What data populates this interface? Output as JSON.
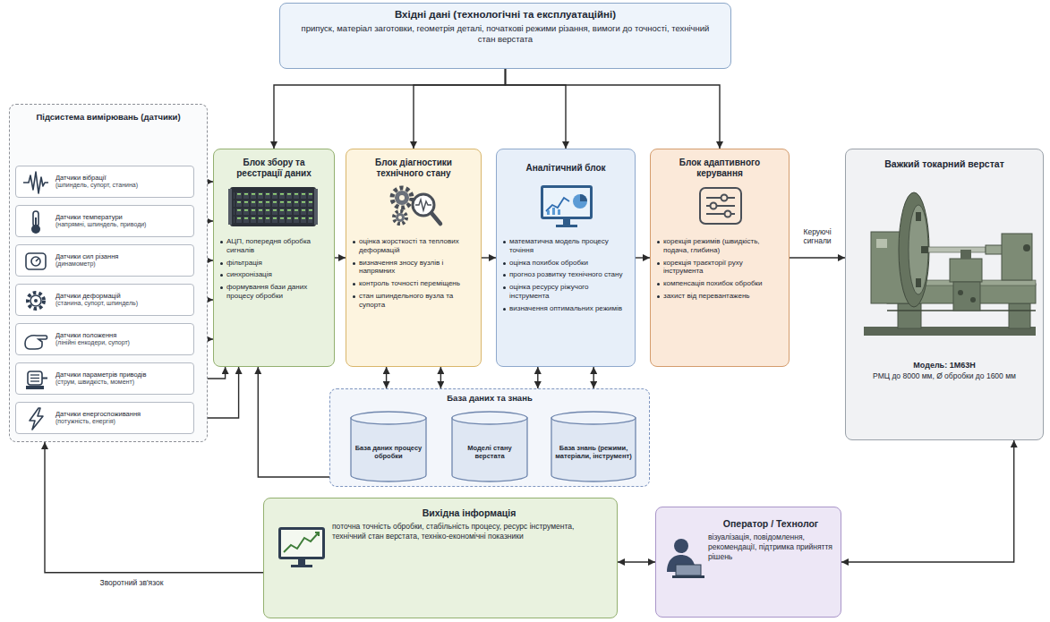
{
  "diagram": {
    "nodes": [
      {
        "text": [
          "Вхідні дані (технологічні та експлуатаційні)",
          "припуск, матеріал заготовки, геометрія деталі, початкові режими різання, вимоги до точності, технічний стан верстата"
        ]
      },
      {
        "text": [
          "Підсистема вимірювань (датчики)"
        ]
      },
      {
        "text": [
          "Датчики вібрації",
          "(шпиндель, супорт, станина)"
        ],
        "in": 1
      },
      {
        "text": [
          "Датчики температури",
          "(напрямні, шпиндель, приводи)"
        ],
        "in": 1
      },
      {
        "text": [
          "Датчики сил різання",
          "(динамометр)"
        ],
        "in": 1
      },
      {
        "text": [
          "Датчики деформацій",
          "(станина, супорт, шпиндель)"
        ],
        "in": 1
      },
      {
        "text": [
          "Датчики положення",
          "(лінійні енкодери, супорт)"
        ],
        "in": 1
      },
      {
        "text": [
          "Датчики параметрів приводів",
          "(струм, швидкість, момент)"
        ],
        "in": 1
      },
      {
        "text": [
          "Датчики енергоспоживання",
          "(потужність, енергія)"
        ],
        "in": 1
      },
      {
        "text": [
          "Блок збору та реєстрації даних",
          "АЦП, попередня обробка сигналів",
          "фільтрація",
          "синхронізація",
          "формування бази даних процесу обробки"
        ]
      },
      {
        "text": [
          "Блок діагностики технічного стану",
          "оцінка жорсткості та теплових деформацій",
          "визначення зносу вузлів і напрямних",
          "контроль точності переміщень",
          "стан шпиндельного вузла та супорта"
        ]
      },
      {
        "text": [
          "Аналітичний блок",
          "математична модель процесу точіння",
          "оцінка похибок обробки",
          "прогноз розвитку технічного стану",
          "оцінка ресурсу ріжучого інструмента",
          "визначення оптимальних режимів"
        ]
      },
      {
        "text": [
          "Блок адаптивного керування",
          "корекція режимів (швидкість, подача, глибина)",
          "корекція траєкторії руху інструмента",
          "компенсація похибок обробки",
          "захист від перевантажень"
        ]
      },
      {
        "text": [
          "Важкий токарний верстат",
          "Модель: 1М63Н",
          "РМЦ до 8000 мм, Ø обробки до 1600 мм"
        ]
      },
      {
        "text": [
          "База даних та знань"
        ]
      },
      {
        "text": [
          "База даних процесу обробки"
        ],
        "in": 14
      },
      {
        "text": [
          "Моделі стану верстата"
        ],
        "in": 14
      },
      {
        "text": [
          "База знань (режими, матеріали, інструмент)"
        ],
        "in": 14
      },
      {
        "text": [
          "Вихідна інформація",
          "поточна точність обробки, стабільність процесу, ресурс інструмента, технічний стан верстата, техніко-економічні показники"
        ]
      },
      {
        "text": [
          "Оператор / Технолог",
          "візуалізація, повідомлення, рекомендації, підтримка прийняття рішень"
        ]
      }
    ],
    "edges": [
      {
        "from": 0,
        "to": 9,
        "arrow": "to"
      },
      {
        "from": 0,
        "to": 10,
        "arrow": "to"
      },
      {
        "from": 0,
        "to": 11,
        "arrow": "to"
      },
      {
        "from": 0,
        "to": 12,
        "arrow": "to"
      },
      {
        "from": 2,
        "to": 9,
        "arrow": "to"
      },
      {
        "from": 3,
        "to": 9,
        "arrow": "to"
      },
      {
        "from": 4,
        "to": 9,
        "arrow": "to"
      },
      {
        "from": 5,
        "to": 9,
        "arrow": "to"
      },
      {
        "from": 6,
        "to": 9,
        "arrow": "to"
      },
      {
        "from": 7,
        "to": 9,
        "arrow": "to"
      },
      {
        "from": 8,
        "to": 9,
        "arrow": "to"
      },
      {
        "from": 9,
        "to": 10,
        "arrow": "to"
      },
      {
        "from": 10,
        "to": 11,
        "arrow": "to"
      },
      {
        "from": 11,
        "to": 12,
        "arrow": "to"
      },
      {
        "from": 12,
        "to": 13,
        "arrow": "to",
        "label": "Керуючі сигнали"
      },
      {
        "from": 10,
        "to": 14,
        "arrow": "both"
      },
      {
        "from": 10,
        "to": 14,
        "arrow": "both"
      },
      {
        "from": 11,
        "to": 14,
        "arrow": "both"
      },
      {
        "from": 11,
        "to": 14,
        "arrow": "both"
      },
      {
        "from": 14,
        "to": 9,
        "arrow": "to"
      },
      {
        "from": 18,
        "to": 19,
        "arrow": "both"
      },
      {
        "from": 18,
        "to": 1,
        "arrow": "to",
        "label": "Зворотний зв'язок"
      },
      {
        "from": 19,
        "to": 13,
        "arrow": "both"
      }
    ]
  }
}
